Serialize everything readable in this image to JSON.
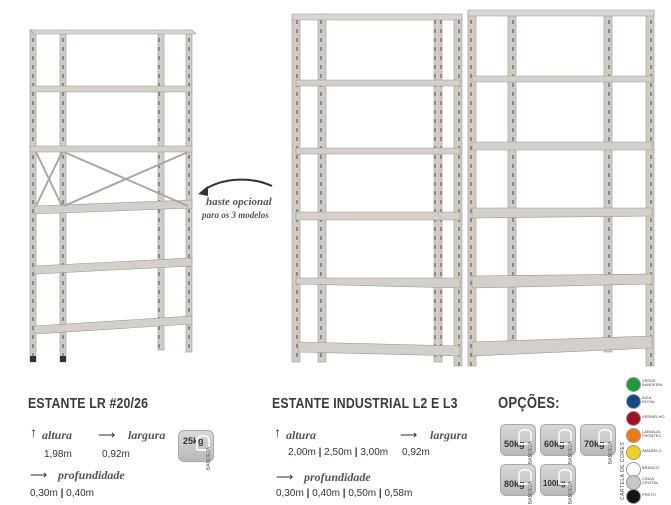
{
  "note": {
    "line1": "haste opcional",
    "line2": "para os 3 modelos"
  },
  "lr": {
    "title": "ESTANTE LR #20/26",
    "altura_label": "altura",
    "altura_value": "1,98m",
    "largura_label": "largura",
    "largura_value": "0,92m",
    "profundidade_label": "profundidade",
    "prof_values": [
      "0,30m",
      "0,40m"
    ],
    "badge": {
      "weight": "25kg",
      "sub": "BANDEJA"
    }
  },
  "industrial": {
    "title": "ESTANTE INDUSTRIAL L2 E L3",
    "altura_label": "altura",
    "altura_values": [
      "2,00m",
      "2,50m",
      "3,00m"
    ],
    "largura_label": "largura",
    "largura_value": "0,92m",
    "profundidade_label": "profundidade",
    "prof_values": [
      "0,30m",
      "0,40m",
      "0,50m",
      "0,58m"
    ]
  },
  "options": {
    "title": "OPÇÕES:",
    "badges": [
      {
        "weight": "50kg",
        "sub": "BANDEJA"
      },
      {
        "weight": "60kg",
        "sub": "BANDEJA"
      },
      {
        "weight": "70kg",
        "sub": "BANDEJA"
      },
      {
        "weight": "80kg",
        "sub": "BANDEJA"
      },
      {
        "weight": "100kg",
        "sub": "BANDEJA"
      }
    ]
  },
  "colors": {
    "title": "CARTELA DE CORES",
    "items": [
      {
        "name": "VERDE BANDEIRA",
        "hex": "#1a9e3a"
      },
      {
        "name": "AZUL ROYAL",
        "hex": "#0f4a8a"
      },
      {
        "name": "VERMELHO",
        "hex": "#a01020"
      },
      {
        "name": "LARANJA FRONTEC",
        "hex": "#f07a10"
      },
      {
        "name": "AMARELO",
        "hex": "#f3d21a"
      },
      {
        "name": "BRANCO",
        "hex": "#ffffff"
      },
      {
        "name": "CINZA CRISTAL",
        "hex": "#c8c8c8"
      },
      {
        "name": "PRETO",
        "hex": "#141414"
      }
    ]
  }
}
